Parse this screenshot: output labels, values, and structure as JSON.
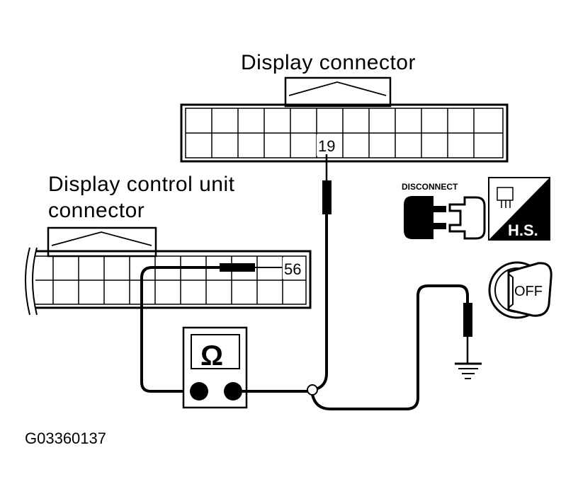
{
  "labels": {
    "display_connector": "Display connector",
    "dcu_line1": "Display control unit",
    "dcu_line2": "connector",
    "pin_display": "19",
    "pin_dcu": "56",
    "ohm_symbol": "Ω",
    "disconnect": "DISCONNECT",
    "hs": "H.S.",
    "off": "OFF",
    "figure_code": "G03360137"
  },
  "icons": {
    "disconnect": "connector-disconnect-icon",
    "harness_side": "harness-side-icon",
    "ignition": "ignition-key-off-icon",
    "ohmmeter": "ohmmeter-icon",
    "ground": "ground-symbol-icon"
  },
  "colors": {
    "ink": "#000000",
    "paper": "#ffffff"
  }
}
